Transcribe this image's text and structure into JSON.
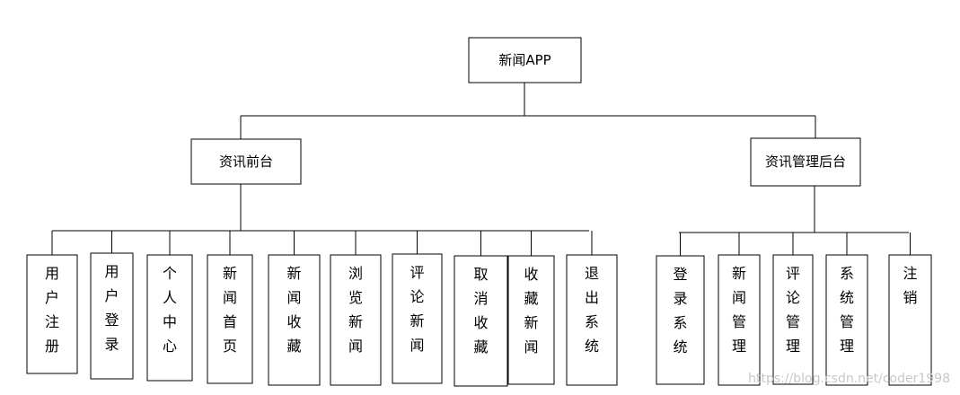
{
  "root": {
    "label": "新闻APP"
  },
  "groups": [
    {
      "label": "资讯前台",
      "children": [
        "用户注册",
        "用户登录",
        "个人中心",
        "新闻首页",
        "新闻收藏",
        "浏览新闻",
        "评论新闻",
        "取消收藏",
        "收藏新闻",
        "退出系统"
      ]
    },
    {
      "label": "资讯管理后台",
      "children": [
        "登录系统",
        "新闻管理",
        "评论管理",
        "系统管理",
        "注销"
      ]
    }
  ],
  "watermark": "https://blog.csdn.net/coder1998"
}
